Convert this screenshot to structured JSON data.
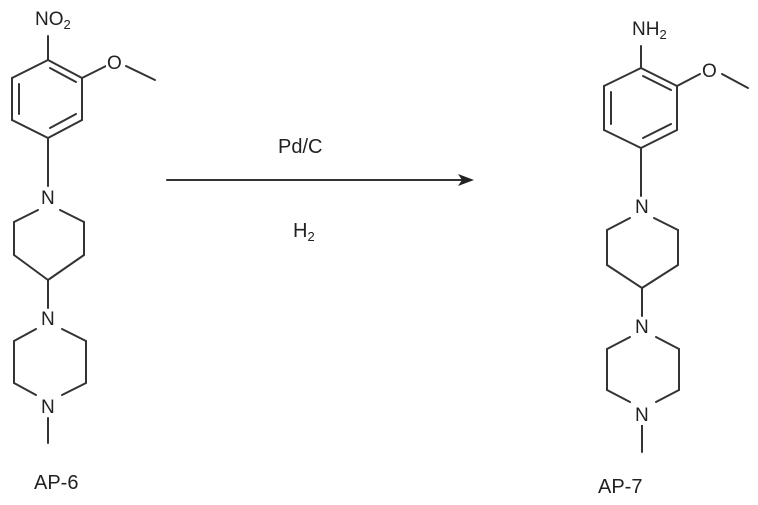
{
  "reactant": {
    "label": "AP-6",
    "substituent_top": {
      "main": "NO",
      "sub": "2"
    },
    "methoxy_oxygen": "O",
    "nitrogen": "N"
  },
  "product": {
    "label": "AP-7",
    "substituent_top": {
      "main": "NH",
      "sub": "2"
    },
    "methoxy_oxygen": "O",
    "nitrogen": "N"
  },
  "reaction": {
    "reagent_above": "Pd/C",
    "reagent_below": {
      "main": "H",
      "sub": "2"
    }
  },
  "colors": {
    "line": "#333333",
    "text": "#222222",
    "background": "#ffffff"
  }
}
